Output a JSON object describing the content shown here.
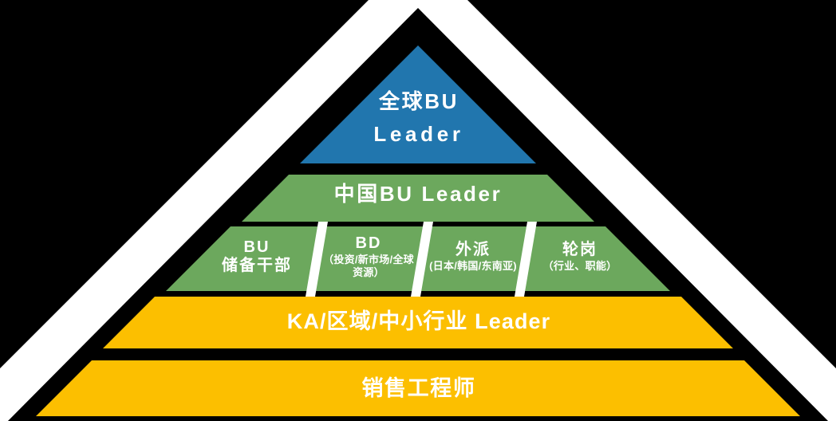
{
  "title": "Sales Career Path Pyramid",
  "colors": {
    "background": "#000000",
    "outline": "#ffffff",
    "apex": "#2176AE",
    "green": "#6CA85D",
    "orange": "#FCBF00",
    "text": "#ffffff"
  },
  "pyramid": {
    "levels": [
      {
        "id": "global-bu-leader",
        "shape": "triangle",
        "color": "#2176AE",
        "line1": "全球BU",
        "line2": "Leader"
      },
      {
        "id": "china-bu-leader",
        "shape": "trapezoid",
        "color": "#6CA85D",
        "label": "中国BU Leader"
      },
      {
        "id": "bu-tracks",
        "shape": "trapezoid",
        "color": "#6CA85D",
        "columns": [
          {
            "id": "bu-reserve",
            "main": "BU",
            "main2": "储备干部",
            "sub": ""
          },
          {
            "id": "bd",
            "main": "BD",
            "main2": "",
            "sub": "（投资/新市场/全球资源）"
          },
          {
            "id": "expat",
            "main": "外派",
            "main2": "",
            "sub": "(日本/韩国/东南亚)"
          },
          {
            "id": "rotation",
            "main": "轮岗",
            "main2": "",
            "sub": "（行业、职能）"
          }
        ]
      },
      {
        "id": "ka-region-smb-leader",
        "shape": "trapezoid",
        "color": "#FCBF00",
        "label": "KA/区域/中小行业  Leader"
      },
      {
        "id": "sales-engineer",
        "shape": "trapezoid",
        "color": "#FCBF00",
        "label": "销售工程师"
      }
    ]
  }
}
